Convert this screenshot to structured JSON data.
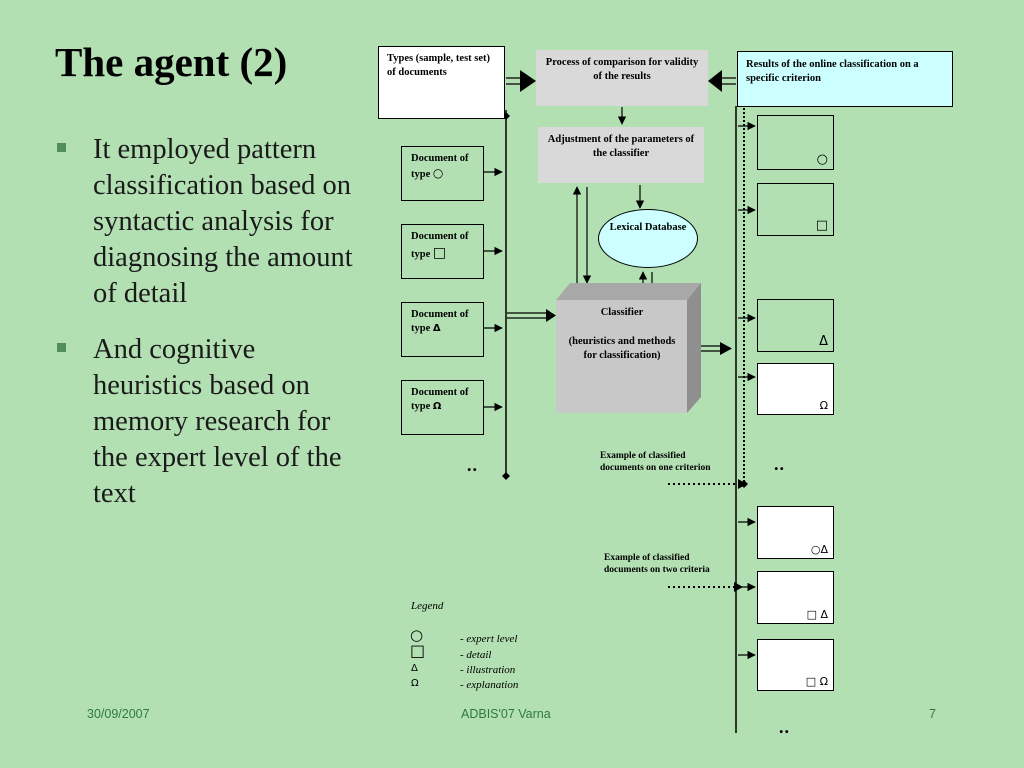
{
  "slide": {
    "title": "The agent (2)",
    "bullets": [
      "It employed pattern classification based on syntactic analysis for diagnosing the amount of detail",
      "And cognitive heuristics based on memory research for the expert level of the text"
    ],
    "footer": {
      "date": "30/09/2007",
      "center": "ADBIS'07 Varna",
      "page": "7"
    }
  },
  "diagram": {
    "types_box": "Types (sample, test set) of documents",
    "comparison_box": "Process of comparison for validity of the results",
    "results_box": "Results of the online classification on a specific criterion",
    "adjustment_box": "Adjustment of the parameters of the classifier",
    "lexical_db": "Lexical Database",
    "classifier": {
      "name": "Classifier",
      "detail": "(heuristics and methods for classification)"
    },
    "documents": [
      {
        "label": "Document of type",
        "symbol": "○"
      },
      {
        "label": "Document of type",
        "symbol": "□"
      },
      {
        "label": "Document of type",
        "symbol": "Δ"
      },
      {
        "label": "Document of type",
        "symbol": "Ω"
      }
    ],
    "results": [
      "○",
      "□",
      "Δ",
      "Ω",
      "○Δ",
      "□ Δ",
      "□ Ω"
    ],
    "example_one": "Example of classified documents on one criterion",
    "example_two": "Example of classified documents on two criteria",
    "ellipsis": ".."
  },
  "legend": {
    "title": "Legend",
    "items": [
      {
        "symbol": "○",
        "text": "- expert level"
      },
      {
        "symbol": "□",
        "text": "- detail"
      },
      {
        "symbol": "Δ",
        "text": "- illustration"
      },
      {
        "symbol": "Ω",
        "text": "- explanation"
      }
    ]
  }
}
